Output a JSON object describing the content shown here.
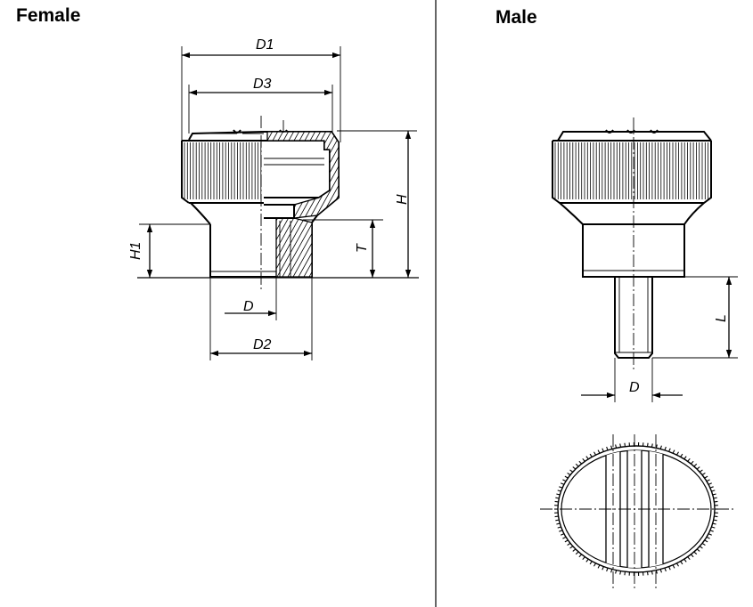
{
  "female": {
    "title": "Female",
    "labels": {
      "d1": "D1",
      "d3": "D3",
      "h": "H",
      "h1": "H1",
      "t": "T",
      "d": "D",
      "d2": "D2"
    }
  },
  "male": {
    "title": "Male",
    "labels": {
      "l": "L",
      "d": "D"
    }
  },
  "colors": {
    "line": "#000000",
    "background": "#ffffff"
  }
}
